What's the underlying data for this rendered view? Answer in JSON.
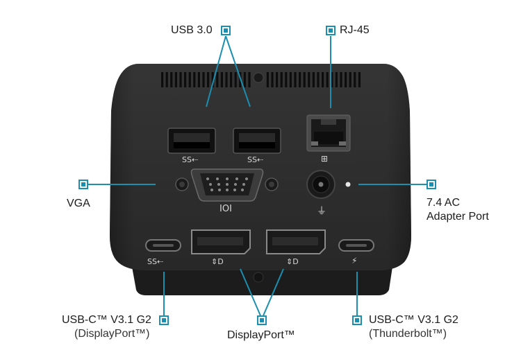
{
  "callouts": {
    "usb30": "USB 3.0",
    "rj45": "RJ-45",
    "vga": "VGA",
    "power_line1": "7.4 AC",
    "power_line2": "Adapter Port",
    "usbc_dp_line1": "USB-C™ V3.1 G2",
    "usbc_dp_line2": "(DisplayPort™)",
    "displayport": "DisplayPort™",
    "usbc_tb_line1": "USB-C™ V3.1 G2",
    "usbc_tb_line2": "(Thunderbolt™)"
  },
  "port_icons": {
    "usb_ss": "SS⇠",
    "vga_symbol": "IOI",
    "dp_symbol": "⇕D",
    "thunderbolt": "⚡"
  },
  "colors": {
    "accent": "#1a8fb0",
    "dock_body": "#2b2b2b",
    "text": "#1b1b1b"
  }
}
